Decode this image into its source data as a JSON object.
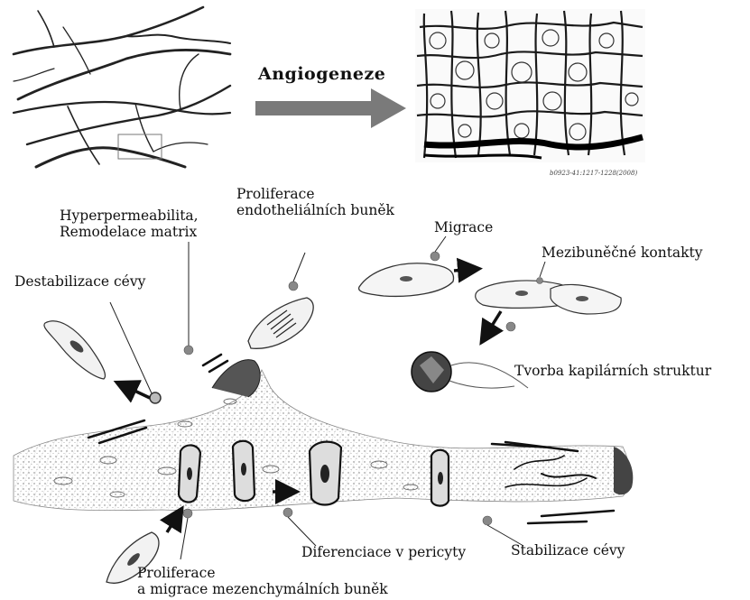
{
  "top": {
    "arrow_label": "Angiogeneze",
    "citation": "b0923-41:1217-1228(2008)"
  },
  "labels": {
    "hyperpermeabilita": "Hyperpermeabilita,",
    "remodelace": "Remodelace matrix",
    "proliferace_endo_1": "Proliferace",
    "proliferace_endo_2": "endotheliálních buněk",
    "migrace": "Migrace",
    "mezibunecne": "Mezibuněčné kontakty",
    "destabilizace": "Destabilizace cévy",
    "tvorba": "Tvorba kapilárních struktur",
    "diferenciace": "Diferenciace v pericyty",
    "stabilizace": "Stabilizace cévy",
    "proliferace_mes_1": "Proliferace",
    "proliferace_mes_2": "a migrace mezenchymálních buněk"
  }
}
